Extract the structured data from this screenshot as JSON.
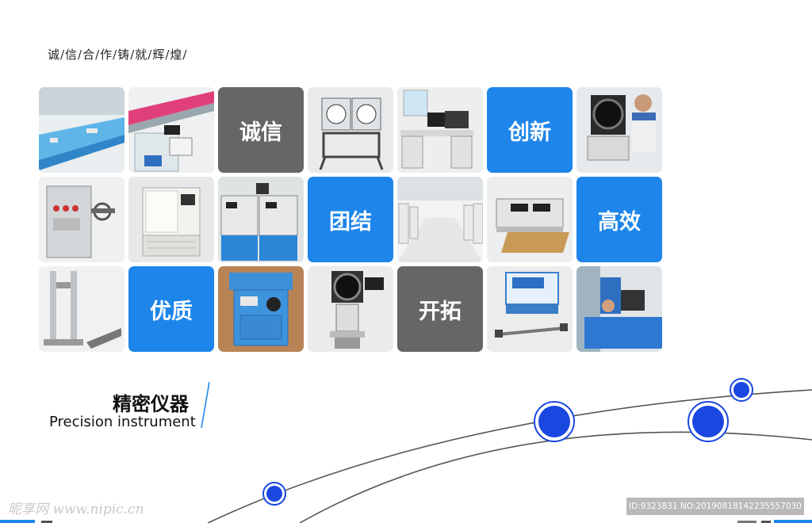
{
  "header": {
    "slogan": "诚/信/合/作/铸/就/辉/煌/"
  },
  "tiles": {
    "integrity": "诚信",
    "innovation": "创新",
    "unity": "团结",
    "efficiency": "高效",
    "quality": "优质",
    "pioneering": "开拓"
  },
  "photo_icons": [
    "conveyor-test-bench-icon",
    "pink-belt-machine-icon",
    "dual-meter-panel-icon",
    "lab-computer-desk-icon",
    "profile-projector-operator-icon",
    "tensile-tester-icon",
    "environmental-chamber-icon",
    "control-cabinet-icon",
    "lab-hall-icon",
    "lab-console-icon",
    "drop-tester-icon",
    "blue-control-box-icon",
    "profile-projector-icon",
    "digital-meter-icon",
    "operator-testing-icon"
  ],
  "section": {
    "title_cn": "精密仪器",
    "title_en": "Precision instrument"
  },
  "footer": {
    "watermark": "昵享网 www.nipic.cn",
    "image_id": "ID:9323831 NO:20190818142235557030"
  },
  "colors": {
    "accent_blue": "#1e86ea",
    "tile_gray": "#666667",
    "circle_blue": "#1a47e0",
    "curve_gray": "#555555"
  }
}
